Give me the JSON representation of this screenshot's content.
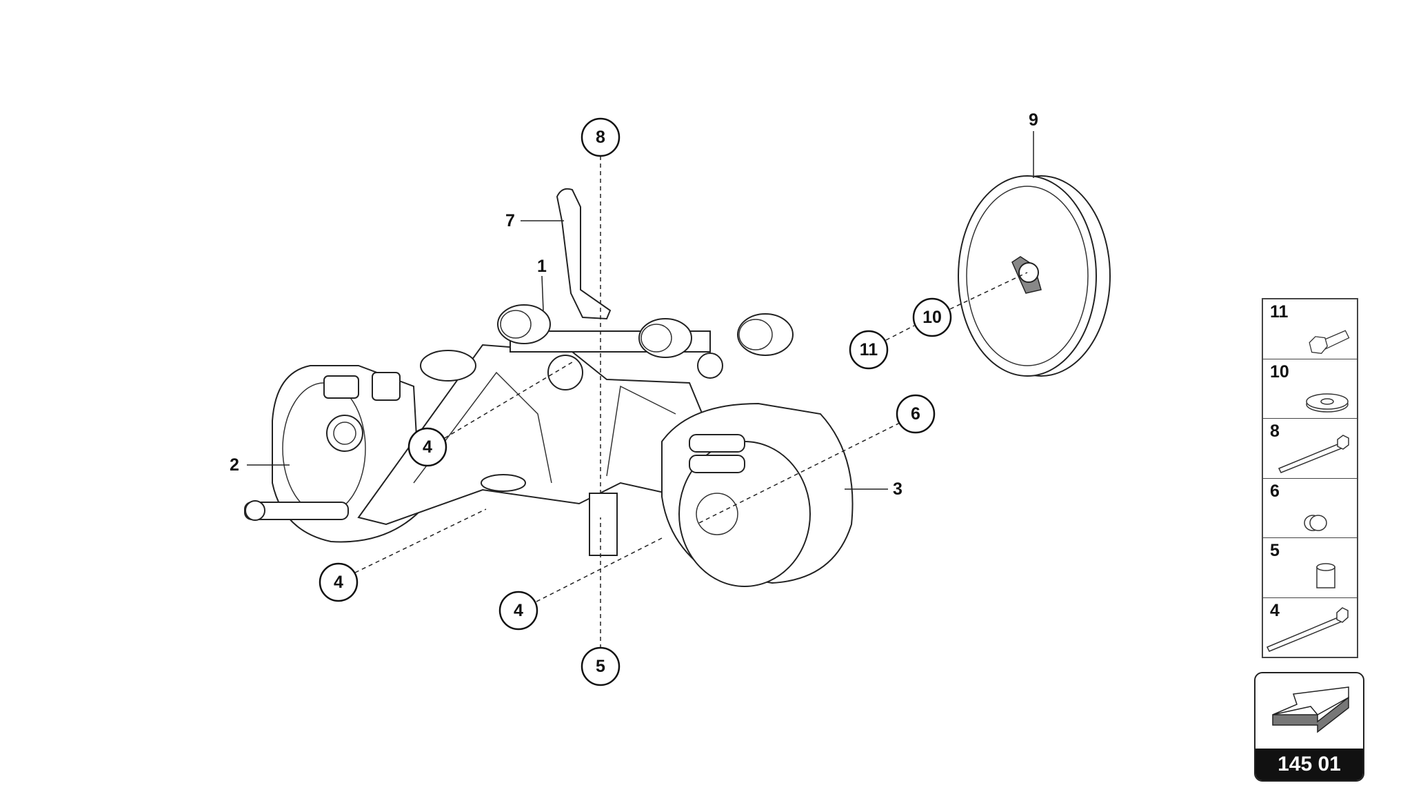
{
  "diagram": {
    "callouts": [
      "1",
      "2",
      "3",
      "4",
      "4",
      "4",
      "5",
      "6",
      "7",
      "8",
      "9",
      "10",
      "11"
    ]
  },
  "legend": {
    "items": [
      {
        "number": "11",
        "icon": "flange-bolt-short-icon"
      },
      {
        "number": "10",
        "icon": "washer-icon"
      },
      {
        "number": "8",
        "icon": "long-bolt-icon"
      },
      {
        "number": "6",
        "icon": "sleeve-icon"
      },
      {
        "number": "5",
        "icon": "bushing-icon"
      },
      {
        "number": "4",
        "icon": "long-bolt-icon"
      }
    ]
  },
  "navigation": {
    "icon": "arrow-3d-icon",
    "code": "145 01"
  }
}
